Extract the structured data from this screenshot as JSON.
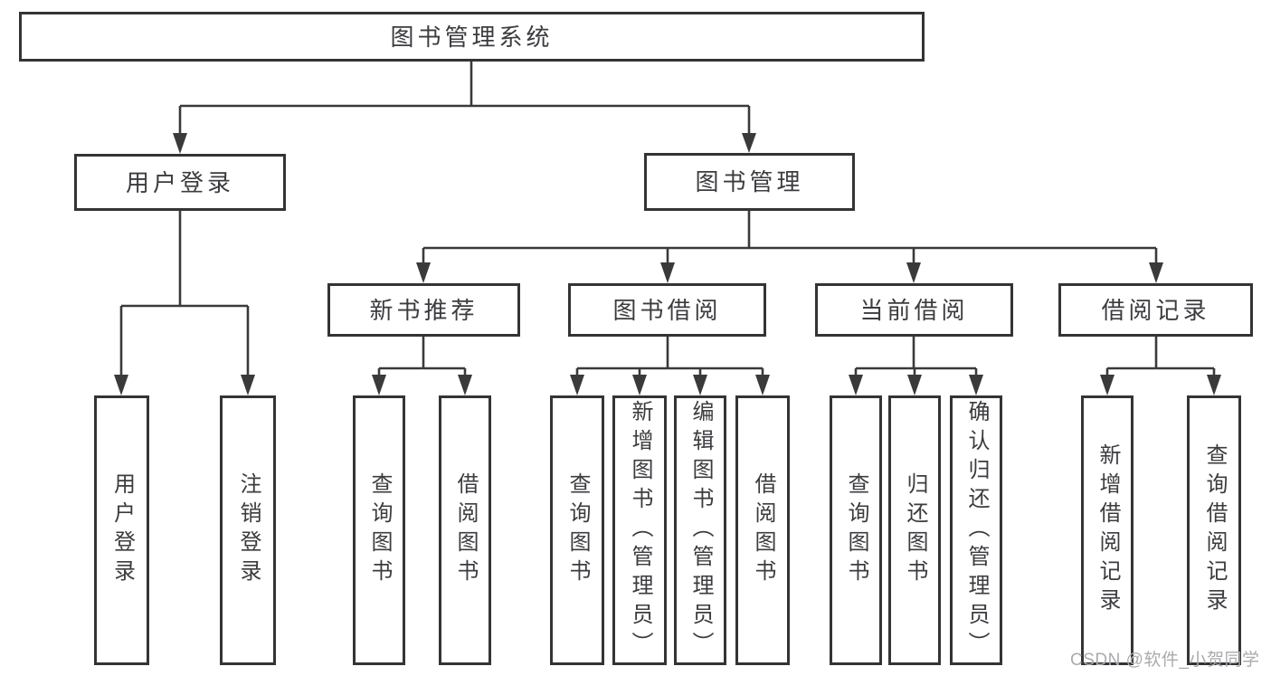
{
  "meta": {
    "watermark": "CSDN @软件_小贺同学"
  },
  "diagram": {
    "type": "hierarchy-tree",
    "root": {
      "label": "图书管理系统"
    },
    "branches": [
      {
        "label": "用户登录",
        "children": [
          {
            "label": "用户登录"
          },
          {
            "label": "注销登录"
          }
        ]
      },
      {
        "label": "图书管理",
        "children": [
          {
            "label": "新书推荐",
            "children": [
              {
                "label": "查询图书"
              },
              {
                "label": "借阅图书"
              }
            ]
          },
          {
            "label": "图书借阅",
            "children": [
              {
                "label": "查询图书"
              },
              {
                "label": "新增图书（管理员）"
              },
              {
                "label": "编辑图书（管理员）"
              },
              {
                "label": "借阅图书"
              }
            ]
          },
          {
            "label": "当前借阅",
            "children": [
              {
                "label": "查询图书"
              },
              {
                "label": "归还图书"
              },
              {
                "label": "确认归还（管理员）"
              }
            ]
          },
          {
            "label": "借阅记录",
            "children": [
              {
                "label": "新增借阅记录"
              },
              {
                "label": "查询借阅记录"
              }
            ]
          }
        ]
      }
    ],
    "colors": {
      "line": "#3a3a3a",
      "box_border": "#343434",
      "text": "#3c3c40",
      "watermark": "#aaabaf"
    }
  }
}
